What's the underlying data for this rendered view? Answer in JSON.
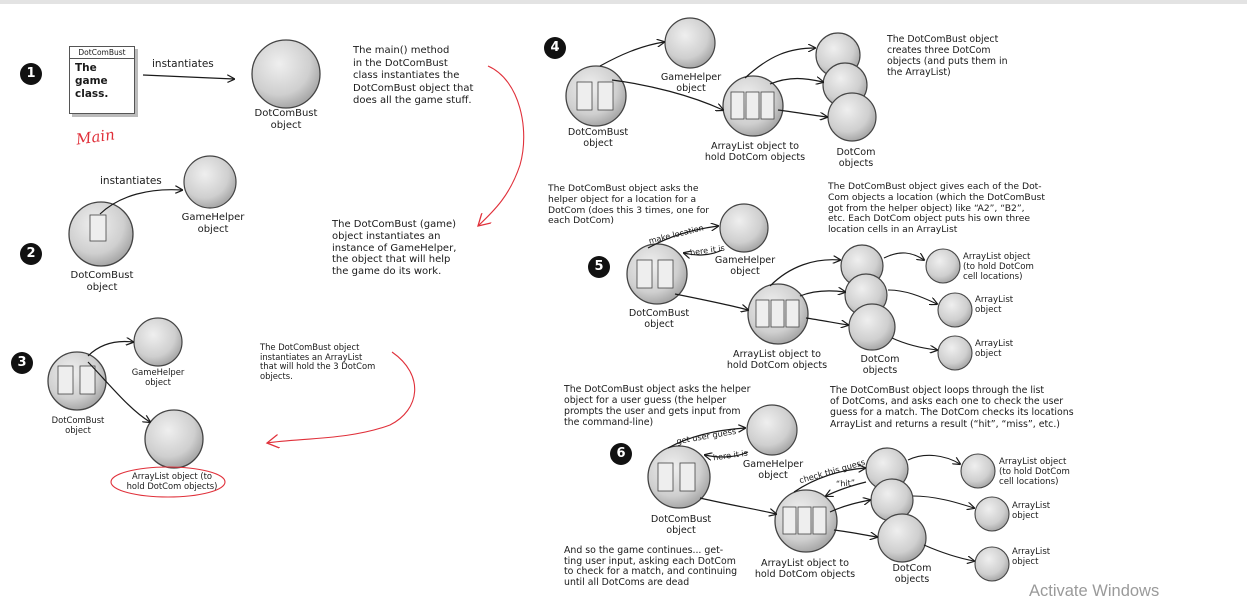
{
  "colors": {
    "ink": "#1a1a1a",
    "red_annotation": "#e0303a",
    "object_fill": "#cfcfcf",
    "watermark": "#9a9a9a"
  },
  "steps": [
    "1",
    "2",
    "3",
    "4",
    "5",
    "6"
  ],
  "step1": {
    "class_card_header": "DotComBust",
    "class_card_line1": "The game",
    "class_card_line2": "class.",
    "arrow_label": "instantiates",
    "object_line1": "DotComBust",
    "object_line2": "object",
    "note": [
      "The main() method",
      "in the DotComBust",
      "class instantiates the",
      "DotComBust object that",
      "does all the game stuff."
    ],
    "handwritten": "Main"
  },
  "step2": {
    "arrow_label": "instantiates",
    "helper_line1": "GameHelper",
    "helper_line2": "object",
    "bust_line1": "DotComBust",
    "bust_line2": "object",
    "note": [
      "The DotComBust (game)",
      "object instantiates an",
      "instance of GameHelper,",
      "the object that will help",
      "the game do its work."
    ]
  },
  "step3": {
    "helper_line1": "GameHelper",
    "helper_line2": "object",
    "bust_line1": "DotComBust",
    "bust_line2": "object",
    "arraylist_line1": "ArrayList object (to",
    "arraylist_line2": "hold DotCom objects)",
    "note": [
      "The DotComBust object",
      "instantiates an ArrayList",
      "that will hold the 3 DotCom",
      "objects."
    ]
  },
  "step4": {
    "helper_line1": "GameHelper",
    "helper_line2": "object",
    "bust_line1": "DotComBust",
    "bust_line2": "object",
    "arraylist_line1": "ArrayList object to",
    "arraylist_line2": "hold DotCom objects",
    "dotcom_line1": "DotCom",
    "dotcom_line2": "objects",
    "note": [
      "The DotComBust object",
      "creates three DotCom",
      "objects (and puts them in",
      "the ArrayList)"
    ]
  },
  "step5": {
    "note_left": [
      "The DotComBust object asks the",
      "helper object for a location for a",
      "DotCom (does this 3 times, one for",
      "each DotCom)"
    ],
    "note_right": [
      "The DotComBust object gives each of the Dot-",
      "Com objects a location (which the DotComBust",
      "got from the helper object) like “A2”, “B2”,",
      "etc.  Each DotCom object puts his own three",
      "location cells in an ArrayList"
    ],
    "make_location": "make location",
    "here_it_is": "here it is",
    "helper_line1": "GameHelper",
    "helper_line2": "object",
    "bust_line1": "DotComBust",
    "bust_line2": "object",
    "arraylist_line1": "ArrayList object to",
    "arraylist_line2": "hold DotCom objects",
    "dotcom_line1": "DotCom",
    "dotcom_line2": "objects",
    "al1_line1": "ArrayList object",
    "al1_line2": "(to hold DotCom",
    "al1_line3": "cell locations)",
    "al2_line1": "ArrayList",
    "al2_line2": "object",
    "al3_line1": "ArrayList",
    "al3_line2": "object"
  },
  "step6": {
    "note_left": [
      "The DotComBust object asks the helper",
      "object for a user guess (the helper",
      "prompts the user and gets input from",
      "the command-line)"
    ],
    "note_right": [
      "The DotComBust object loops through the list",
      "of DotComs, and asks each one to check the user",
      "guess for a match. The DotCom checks its locations",
      "ArrayList and returns a result (“hit”, “miss”, etc.)"
    ],
    "note_bottom": [
      "And so the game continues...  get-",
      "ting user input, asking each DotCom",
      "to check for a match, and continuing",
      "until all DotComs are dead"
    ],
    "get_user_guess": "get user guess",
    "here_it_is": "here it is",
    "check_this_guess": "check this guess",
    "hit": "“hit”",
    "helper_line1": "GameHelper",
    "helper_line2": "object",
    "bust_line1": "DotComBust",
    "bust_line2": "object",
    "arraylist_line1": "ArrayList object to",
    "arraylist_line2": "hold DotCom objects",
    "dotcom_line1": "DotCom",
    "dotcom_line2": "objects",
    "al1_line1": "ArrayList object",
    "al1_line2": "(to hold DotCom",
    "al1_line3": "cell locations)",
    "al2_line1": "ArrayList",
    "al2_line2": "object",
    "al3_line1": "ArrayList",
    "al3_line2": "object"
  },
  "watermark": "Activate Windows"
}
